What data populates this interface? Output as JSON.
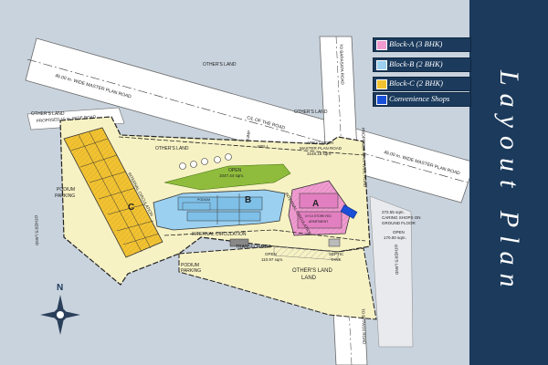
{
  "title": "Layout Plan",
  "legend": [
    {
      "label": "Block-A (3 BHK)",
      "color": "#f09ad0"
    },
    {
      "label": "Block-B (2 BHK)",
      "color": "#9bd0f0"
    },
    {
      "label": "Block-C (2 BHK)",
      "color": "#f2c230"
    },
    {
      "label": "Convenience Shops",
      "color": "#1a4fd8"
    }
  ],
  "colors": {
    "background": "#c9d3dd",
    "road": "#ffffff",
    "site": "#f7f2c4",
    "open_space": "#8fbd3a",
    "sidebar": "#1b3a5c"
  },
  "labels": {
    "road_top": "45.00 m. WIDE MASTER PLAN ROAD",
    "road_right": "45.00 m. WIDE MASTER PLAN ROAD",
    "road_barasat": "TO BARASATA ROAD",
    "road_bypass": "TO BYPASS ROAD",
    "proposed_road_left": "PROPOSED 15 m. WIDE ROAD",
    "proposed_road_right": "PROPOSED 15 m. WIDE ROAD",
    "cl_road": "C/L OF THE ROAD",
    "others_land_top": "OTHER'S LAND",
    "others_land_left": "OTHER'S LAND",
    "others_land_mid": "OTHER'S LAND",
    "others_land_right": "OTHER'S LAND",
    "others_land_bottom": "OTHER'S LAND",
    "others_land_far_right": "OTHER'S LAND",
    "others_land_far_left": "OTHER'S LAND",
    "sump": "SUMP",
    "well": "WELL",
    "open_green": "OPEN",
    "open_green_area": "1047.44 sqm.",
    "area_under": "AREA UNDER",
    "master_plan": "MASTER PLAN ROAD",
    "master_plan_area": "3248.18 sqm.",
    "internal_circ_left": "INTERNAL CIRCULATION",
    "internal_circ_bottom": "INTERNAL CIRCULATION",
    "internal_circ_right": "INTERNAL CIRCULATION",
    "transformer": "TRANSFORMER",
    "open_bottom": "OPEN",
    "open_bottom_area": "110.97 sqm.",
    "podium": "PODIUM",
    "parking": "PARKING",
    "podium_left": "PODIUM",
    "parking_left": "PARKING",
    "septic": "SEPTIC",
    "tank": "TANK",
    "open_right": "OPEN",
    "open_right_area": "170.00 sqm.",
    "caring_shops": "272.55 sqm.",
    "caring_shops_2": "CARING SHOPS ON",
    "caring_shops_3": "GROUND FLOOR",
    "block_a": "A",
    "block_b": "B",
    "block_c": "C",
    "compass_n": "N",
    "bldg_podium": "PODIUM",
    "bldg_g10": "G+10 STOREYED",
    "bldg_apartment": "APARTMENT"
  }
}
